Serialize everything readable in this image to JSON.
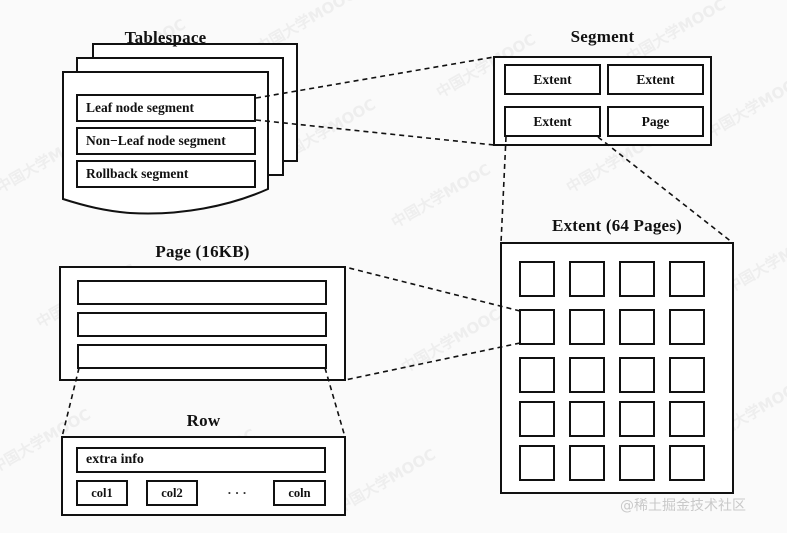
{
  "diagram": {
    "title_tablespace": "Tablespace",
    "title_segment": "Segment",
    "title_extent": "Extent (64 Pages)",
    "title_page": "Page (16KB)",
    "title_row": "Row",
    "tablespace_segments": [
      "Leaf node segment",
      "Non−Leaf node segment",
      "Rollback segment"
    ],
    "segment_cells": [
      "Extent",
      "Extent",
      "Extent",
      "Page"
    ],
    "row_extra_info": "extra info",
    "row_columns": [
      "col1",
      "col2",
      "coln"
    ],
    "row_ellipsis": "· · ·",
    "extent_page_count": 20,
    "page_rows": 3,
    "credit": "@稀土掘金技术社区",
    "watermark_text": "中国大学MOOC",
    "colors": {
      "background": "#fafafa",
      "stroke": "#111111",
      "fill": "#ffffff",
      "watermark": "#eeeeee",
      "credit": "#c9c9c9"
    }
  }
}
